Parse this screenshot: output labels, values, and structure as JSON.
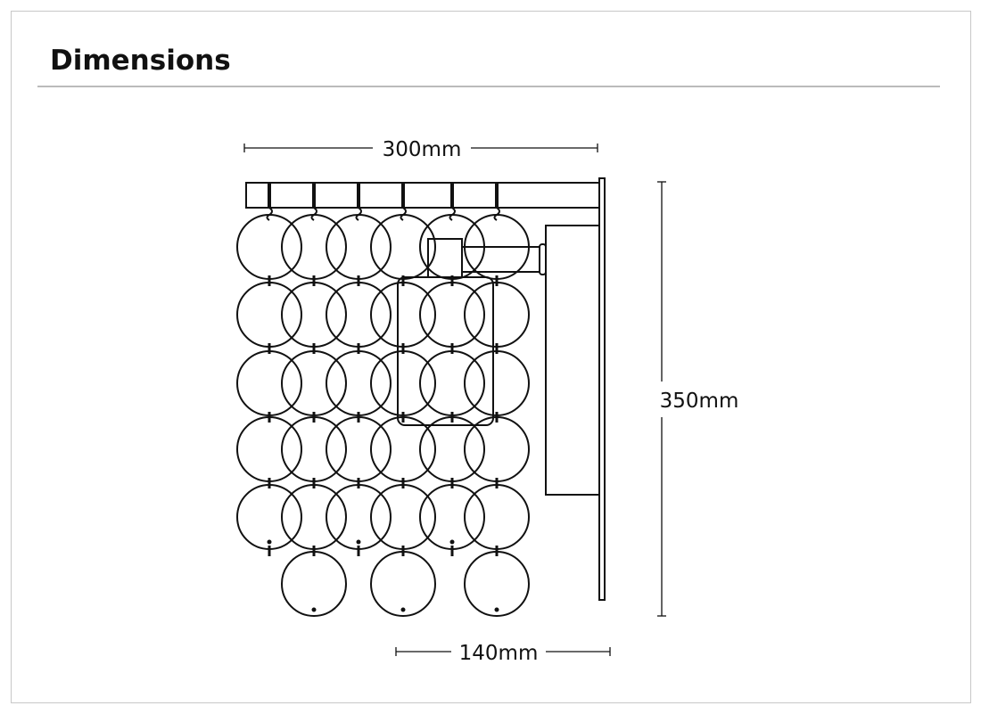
{
  "title": "Dimensions",
  "dimensions": {
    "width": "300mm",
    "height": "350mm",
    "depth": "140mm"
  }
}
